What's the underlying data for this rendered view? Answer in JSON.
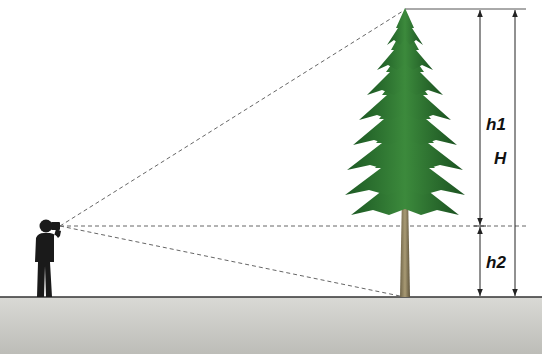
{
  "diagram": {
    "labels": [
      "h1",
      "h2",
      "H"
    ]
  }
}
